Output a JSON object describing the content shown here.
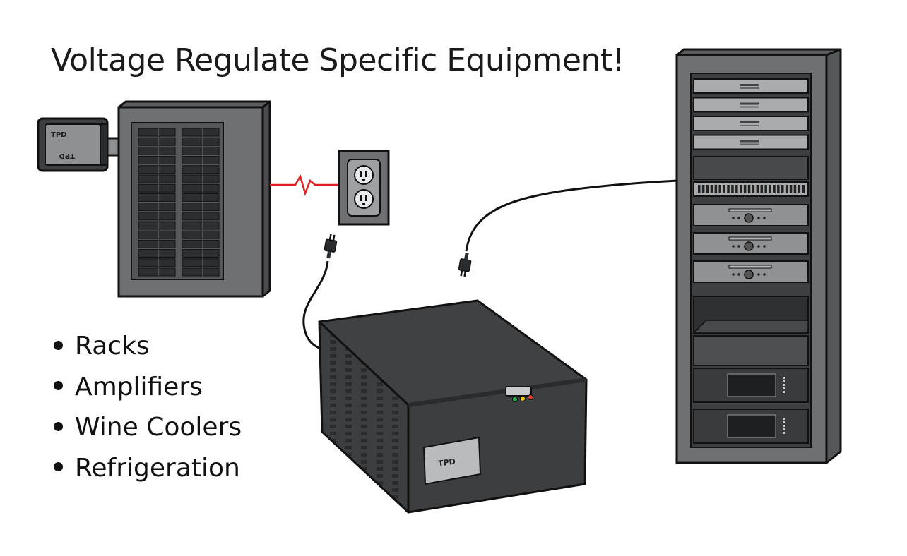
{
  "title": "Voltage Regulate Specific Equipment!",
  "bullets": [
    "Racks",
    "Amplifiers",
    "Wine Coolers",
    "Refrigeration"
  ],
  "brand_label": "TPD",
  "colors": {
    "device_body": "#3c3e40",
    "panel_gray": "#6e7072",
    "rack_silver": "#9a9c9e",
    "outline": "#111111",
    "wire_red": "#e02020",
    "led_green": "#2bb24c",
    "led_yellow": "#f2c318",
    "led_red": "#e03a2a"
  },
  "icons": [
    "surge-protector-icon",
    "breaker-panel-icon",
    "wall-outlet-icon",
    "plug-icon",
    "voltage-regulator-icon",
    "server-rack-icon"
  ]
}
